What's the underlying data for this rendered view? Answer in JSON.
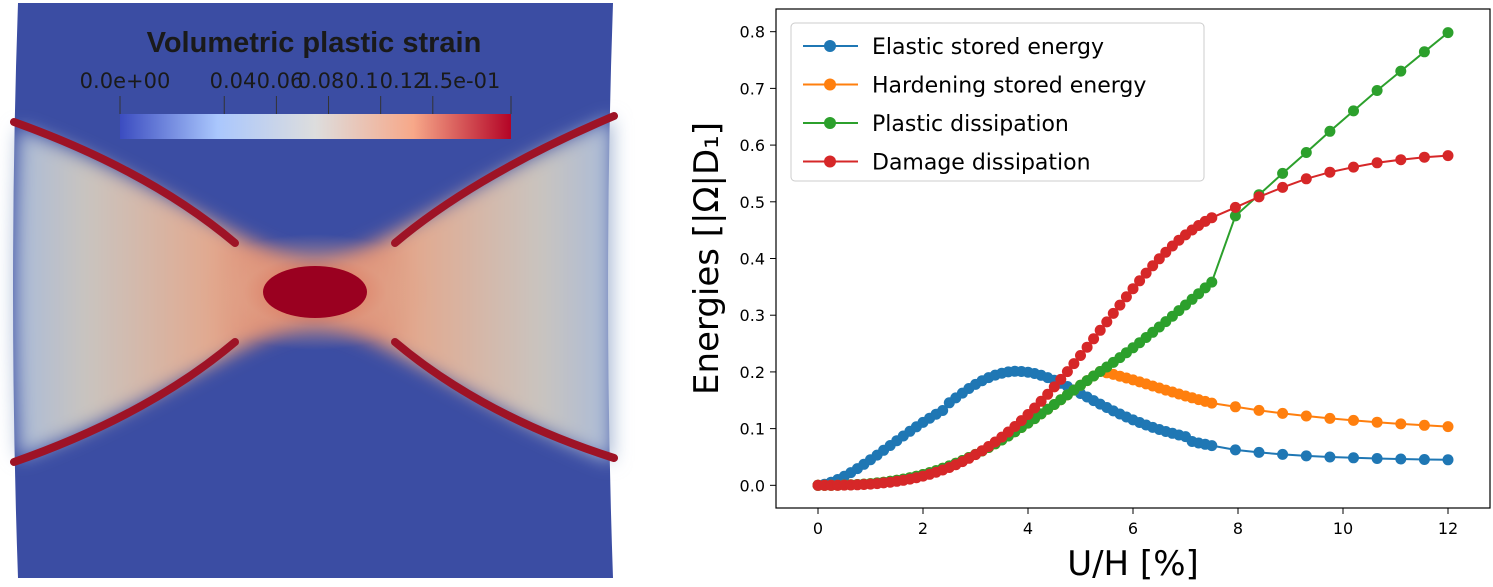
{
  "field_plot": {
    "title": "Volumetric plastic strain",
    "colorbar": {
      "ticks": [
        {
          "label": "0.0e+00",
          "value": 0.0
        },
        {
          "label": "0.04",
          "value": 0.04
        },
        {
          "label": "0.06",
          "value": 0.06
        },
        {
          "label": "0.08",
          "value": 0.08
        },
        {
          "label": "0.1",
          "value": 0.1
        },
        {
          "label": "0.12",
          "value": 0.12
        },
        {
          "label": "1.5e-01",
          "value": 0.15
        }
      ],
      "range": [
        0.0,
        0.15
      ],
      "colormap": [
        "#3b4cc0",
        "#aac7fd",
        "#dddddd",
        "#f7a889",
        "#b40426"
      ]
    },
    "colors": {
      "background_low": "#3b4da3",
      "mid": "#c9c4bf",
      "high": "#b3182b",
      "max": "#9a0020"
    }
  },
  "chart_data": {
    "type": "line",
    "xlabel": "U/H [%]",
    "ylabel": "Energies [|Ω|D₁]",
    "xlim": [
      -0.8,
      12.8
    ],
    "ylim": [
      -0.04,
      0.84
    ],
    "x_ticks": [
      "0",
      "2",
      "4",
      "6",
      "8",
      "10",
      "12"
    ],
    "y_ticks": [
      "0.0",
      "0.1",
      "0.2",
      "0.3",
      "0.4",
      "0.5",
      "0.6",
      "0.7",
      "0.8"
    ],
    "grid": false,
    "legend_position": "top-left",
    "series": [
      {
        "name": "Elastic stored energy",
        "color": "#1f77b4",
        "x": [
          0.0,
          0.125,
          0.25,
          0.375,
          0.5,
          0.625,
          0.75,
          0.875,
          1.0,
          1.125,
          1.25,
          1.375,
          1.5,
          1.625,
          1.75,
          1.875,
          2.0,
          2.125,
          2.25,
          2.375,
          2.5,
          2.625,
          2.75,
          2.875,
          3.0,
          3.125,
          3.25,
          3.375,
          3.5,
          3.625,
          3.75,
          3.875,
          4.0,
          4.125,
          4.25,
          4.375,
          4.5,
          4.625,
          4.75,
          4.875,
          5.0,
          5.125,
          5.25,
          5.375,
          5.5,
          5.625,
          5.75,
          5.875,
          6.0,
          6.125,
          6.25,
          6.375,
          6.5,
          6.625,
          6.75,
          6.875,
          7.0,
          7.125,
          7.25,
          7.375,
          7.5,
          7.95,
          8.4,
          8.85,
          9.3,
          9.75,
          10.2,
          10.65,
          11.1,
          11.55,
          12.0
        ],
        "y": [
          0.0,
          0.0019,
          0.0055,
          0.0102,
          0.0159,
          0.0224,
          0.0295,
          0.0371,
          0.0451,
          0.0533,
          0.0617,
          0.0702,
          0.0786,
          0.087,
          0.0952,
          0.1032,
          0.1109,
          0.1183,
          0.1254,
          0.132,
          0.1455,
          0.1542,
          0.1627,
          0.1707,
          0.178,
          0.1845,
          0.19,
          0.1944,
          0.1978,
          0.2,
          0.201,
          0.2008,
          0.1995,
          0.1972,
          0.194,
          0.1899,
          0.1852,
          0.1799,
          0.1742,
          0.1682,
          0.162,
          0.1557,
          0.1494,
          0.1432,
          0.1372,
          0.1313,
          0.1257,
          0.1204,
          0.1154,
          0.1107,
          0.1063,
          0.1022,
          0.0984,
          0.0949,
          0.0917,
          0.0888,
          0.086,
          0.0773,
          0.0747,
          0.0723,
          0.07,
          0.0625,
          0.058,
          0.0545,
          0.0519,
          0.05,
          0.0485,
          0.0473,
          0.0464,
          0.0456,
          0.045
        ]
      },
      {
        "name": "Hardening stored energy",
        "color": "#ff7f0e",
        "x": [
          0.0,
          0.125,
          0.25,
          0.375,
          0.5,
          0.625,
          0.75,
          0.875,
          1.0,
          1.125,
          1.25,
          1.375,
          1.5,
          1.625,
          1.75,
          1.875,
          2.0,
          2.125,
          2.25,
          2.375,
          2.5,
          2.625,
          2.75,
          2.875,
          3.0,
          3.125,
          3.25,
          3.375,
          3.5,
          3.625,
          3.75,
          3.875,
          4.0,
          4.125,
          4.25,
          4.375,
          4.5,
          4.625,
          4.75,
          4.875,
          5.0,
          5.125,
          5.25,
          5.375,
          5.5,
          5.625,
          5.75,
          5.875,
          6.0,
          6.125,
          6.25,
          6.375,
          6.5,
          6.625,
          6.75,
          6.875,
          7.0,
          7.125,
          7.25,
          7.375,
          7.5,
          7.95,
          8.4,
          8.85,
          9.3,
          9.75,
          10.2,
          10.65,
          11.1,
          11.55,
          12.0
        ],
        "y": [
          0.0,
          0.0,
          0.0,
          0.0002,
          0.0005,
          0.0009,
          0.0015,
          0.0022,
          0.0031,
          0.0042,
          0.0055,
          0.0071,
          0.0089,
          0.011,
          0.0134,
          0.0161,
          0.0191,
          0.0224,
          0.026,
          0.03,
          0.0342,
          0.0388,
          0.0438,
          0.049,
          0.0546,
          0.0605,
          0.0667,
          0.0732,
          0.08,
          0.087,
          0.0944,
          0.1019,
          0.1097,
          0.1177,
          0.1259,
          0.1342,
          0.1425,
          0.151,
          0.1595,
          0.1679,
          0.1763,
          0.1846,
          0.1928,
          0.2007,
          0.1985,
          0.1956,
          0.1925,
          0.1893,
          0.1859,
          0.1824,
          0.1788,
          0.1752,
          0.1716,
          0.168,
          0.1645,
          0.161,
          0.1576,
          0.1543,
          0.1511,
          0.148,
          0.145,
          0.1385,
          0.1322,
          0.1268,
          0.1222,
          0.1181,
          0.1145,
          0.1113,
          0.1084,
          0.1058,
          0.1035
        ]
      },
      {
        "name": "Plastic dissipation",
        "color": "#2ca02c",
        "x": [
          0.0,
          0.125,
          0.25,
          0.375,
          0.5,
          0.625,
          0.75,
          0.875,
          1.0,
          1.125,
          1.25,
          1.375,
          1.5,
          1.625,
          1.75,
          1.875,
          2.0,
          2.125,
          2.25,
          2.375,
          2.5,
          2.625,
          2.75,
          2.875,
          3.0,
          3.125,
          3.25,
          3.375,
          3.5,
          3.625,
          3.75,
          3.875,
          4.0,
          4.125,
          4.25,
          4.375,
          4.5,
          4.625,
          4.75,
          4.875,
          5.0,
          5.125,
          5.25,
          5.375,
          5.5,
          5.625,
          5.75,
          5.875,
          6.0,
          6.125,
          6.25,
          6.375,
          6.5,
          6.625,
          6.75,
          6.875,
          7.0,
          7.125,
          7.25,
          7.375,
          7.5,
          7.95,
          8.4,
          8.85,
          9.3,
          9.75,
          10.2,
          10.65,
          11.1,
          11.55,
          12.0
        ],
        "y": [
          0.0,
          0.0,
          0.0,
          0.0002,
          0.0005,
          0.0009,
          0.0015,
          0.0022,
          0.0031,
          0.0042,
          0.0055,
          0.0071,
          0.0089,
          0.011,
          0.0134,
          0.0161,
          0.0191,
          0.0224,
          0.026,
          0.03,
          0.0342,
          0.0388,
          0.0438,
          0.049,
          0.0546,
          0.0605,
          0.0667,
          0.0732,
          0.08,
          0.087,
          0.0944,
          0.1019,
          0.1097,
          0.1177,
          0.1259,
          0.1342,
          0.1425,
          0.151,
          0.1595,
          0.1679,
          0.1763,
          0.1846,
          0.1928,
          0.2007,
          0.2086,
          0.2168,
          0.2252,
          0.2338,
          0.2426,
          0.2515,
          0.2606,
          0.2698,
          0.2792,
          0.2887,
          0.2983,
          0.3081,
          0.318,
          0.328,
          0.338,
          0.3482,
          0.3584,
          0.4752,
          0.5124,
          0.5501,
          0.5869,
          0.6243,
          0.6603,
          0.6962,
          0.7305,
          0.7646,
          0.7984
        ]
      },
      {
        "name": "Damage dissipation",
        "color": "#d62728",
        "x": [
          0.0,
          0.125,
          0.25,
          0.375,
          0.5,
          0.625,
          0.75,
          0.875,
          1.0,
          1.125,
          1.25,
          1.375,
          1.5,
          1.625,
          1.75,
          1.875,
          2.0,
          2.125,
          2.25,
          2.375,
          2.5,
          2.625,
          2.75,
          2.875,
          3.0,
          3.125,
          3.25,
          3.375,
          3.5,
          3.625,
          3.75,
          3.875,
          4.0,
          4.125,
          4.25,
          4.375,
          4.5,
          4.625,
          4.75,
          4.875,
          5.0,
          5.125,
          5.25,
          5.375,
          5.5,
          5.625,
          5.75,
          5.875,
          6.0,
          6.125,
          6.25,
          6.375,
          6.5,
          6.625,
          6.75,
          6.875,
          7.0,
          7.125,
          7.25,
          7.375,
          7.5,
          7.95,
          8.4,
          8.85,
          9.3,
          9.75,
          10.2,
          10.65,
          11.1,
          11.55,
          12.0
        ],
        "y": [
          0.0,
          0.0,
          0.0,
          0.0001,
          0.0003,
          0.0006,
          0.001,
          0.0015,
          0.0022,
          0.0031,
          0.0042,
          0.0055,
          0.0071,
          0.0089,
          0.011,
          0.0135,
          0.0163,
          0.0195,
          0.0231,
          0.0271,
          0.0315,
          0.0364,
          0.0418,
          0.0477,
          0.0541,
          0.061,
          0.0684,
          0.0764,
          0.085,
          0.0941,
          0.1038,
          0.1141,
          0.1249,
          0.1363,
          0.1482,
          0.1606,
          0.1735,
          0.1868,
          0.2005,
          0.2146,
          0.229,
          0.2436,
          0.2584,
          0.2733,
          0.2882,
          0.3031,
          0.3179,
          0.3325,
          0.3468,
          0.3607,
          0.3742,
          0.3871,
          0.3994,
          0.4111,
          0.422,
          0.4322,
          0.4416,
          0.4503,
          0.4582,
          0.4654,
          0.4719,
          0.4901,
          0.5087,
          0.5254,
          0.5405,
          0.5522,
          0.5611,
          0.5687,
          0.5743,
          0.5786,
          0.5815
        ]
      }
    ]
  }
}
